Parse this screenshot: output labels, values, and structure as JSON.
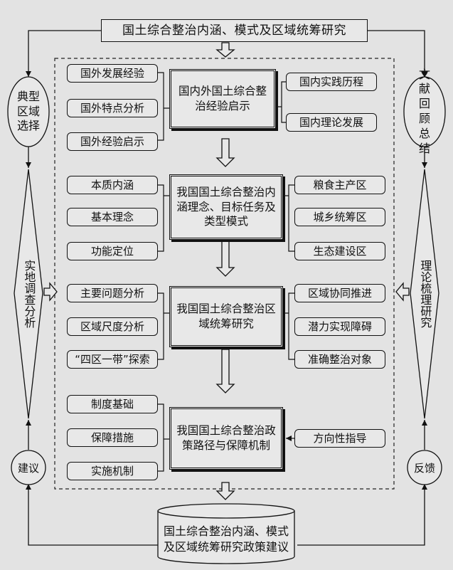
{
  "top_title": "国土综合整治内涵、模式及区域统筹研究",
  "left_top_ellipse": "典型区域选择",
  "right_top_ellipse": "文献回顾总结",
  "left_diamond": "实地调查分析",
  "right_diamond": "理论梳理研究",
  "left_circle": "建议",
  "right_circle": "反馈",
  "stages": [
    {
      "center": "国内外国土综合整治经验启示",
      "left": [
        "国外发展经验",
        "国外特点分析",
        "国外经验启示"
      ],
      "right": [
        "国内实践历程",
        "国内理论发展"
      ]
    },
    {
      "center": "我国国土综合整治内涵理念、目标任务及类型模式",
      "left": [
        "本质内涵",
        "基本理念",
        "功能定位"
      ],
      "right": [
        "粮食主产区",
        "城乡统筹区",
        "生态建设区"
      ]
    },
    {
      "center": "我国国土综合整治区域统筹研究",
      "left": [
        "主要问题分析",
        "区域尺度分析",
        "“四区一带”探索"
      ],
      "right": [
        "区域协同推进",
        "潜力实现障碍",
        "准确整治对象"
      ]
    },
    {
      "center": "我国国土综合整治政策路径与保障机制",
      "left": [
        "制度基础",
        "保障措施",
        "实施机制"
      ],
      "right": [
        "方向性指导"
      ]
    }
  ],
  "bottom_result": "国土综合整治内涵、模式及区域统筹研究政策建议",
  "colors": {
    "background": "#e3e3e3",
    "line": "#111111"
  }
}
